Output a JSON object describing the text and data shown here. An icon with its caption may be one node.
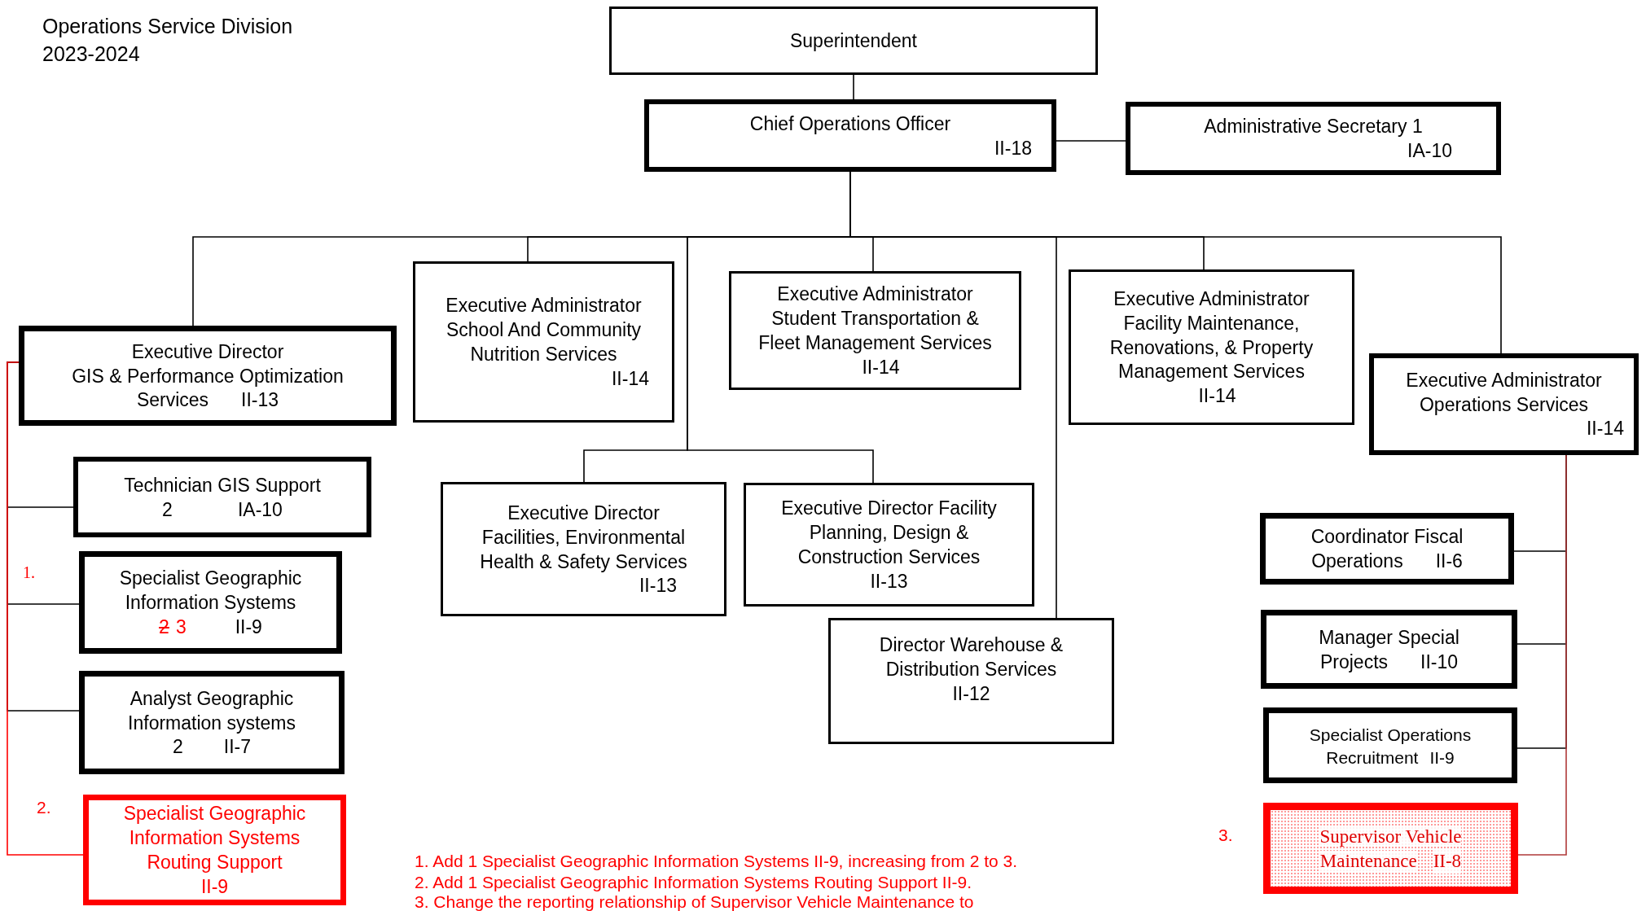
{
  "diagram": {
    "nodes": [
      {
        "text": [
          "Superintendent"
        ]
      },
      {
        "text": [
          "Chief Operations Officer",
          "II-18"
        ]
      },
      {
        "text": [
          "Administrative Secretary 1",
          "IA-10"
        ]
      },
      {
        "text": [
          "Executive Director",
          "GIS & Performance Optimization Services",
          "II-13"
        ]
      },
      {
        "text": [
          "Executive Administrator",
          "School And Community Nutrition Services",
          "II-14"
        ]
      },
      {
        "text": [
          "Executive Administrator",
          "Student Transportation & Fleet Management Services",
          "II-14"
        ]
      },
      {
        "text": [
          "Executive Administrator",
          "Facility Maintenance, Renovations, & Property Management Services",
          "II-14"
        ]
      },
      {
        "text": [
          "Executive Administrator",
          "Operations Services",
          "II-14"
        ]
      },
      {
        "text": [
          "Executive Director",
          "Facilities, Environmental Health & Safety Services",
          "II-13"
        ]
      },
      {
        "text": [
          "Executive Director Facility Planning, Design & Construction Services",
          "II-13"
        ]
      },
      {
        "text": [
          "Director Warehouse & Distribution Services",
          "II-12"
        ]
      },
      {
        "text": [
          "Technician GIS Support",
          "2",
          "IA-10"
        ]
      },
      {
        "text": [
          "Specialist Geographic Information Systems",
          "2",
          "3",
          "II-9"
        ]
      },
      {
        "text": [
          "Analyst Geographic Information systems",
          "2",
          "II-7"
        ]
      },
      {
        "text": [
          "Specialist Geographic Information Systems Routing Support",
          "II-9"
        ]
      },
      {
        "text": [
          "Coordinator Fiscal Operations",
          "II-6"
        ]
      },
      {
        "text": [
          "Manager Special Projects",
          "II-10"
        ]
      },
      {
        "text": [
          "Specialist Operations Recruitment",
          "II-9"
        ]
      },
      {
        "text": [
          "Supervisor Vehicle Maintenance",
          "II-8"
        ]
      }
    ],
    "edges": [
      {
        "from": 0,
        "to": 1,
        "arrow": "none"
      },
      {
        "from": 1,
        "to": 2,
        "arrow": "none"
      },
      {
        "from": 1,
        "to": 3,
        "arrow": "none"
      },
      {
        "from": 1,
        "to": 4,
        "arrow": "none"
      },
      {
        "from": 1,
        "to": 5,
        "arrow": "none"
      },
      {
        "from": 1,
        "to": 6,
        "arrow": "none"
      },
      {
        "from": 1,
        "to": 7,
        "arrow": "none"
      },
      {
        "from": 1,
        "to": 8,
        "arrow": "none"
      },
      {
        "from": 1,
        "to": 9,
        "arrow": "none"
      },
      {
        "from": 1,
        "to": 10,
        "arrow": "none"
      },
      {
        "from": 3,
        "to": 11,
        "arrow": "none"
      },
      {
        "from": 3,
        "to": 12,
        "arrow": "none"
      },
      {
        "from": 3,
        "to": 13,
        "arrow": "none"
      },
      {
        "from": 3,
        "to": 14,
        "arrow": "none",
        "color": "#ff0000"
      },
      {
        "from": 7,
        "to": 15,
        "arrow": "none"
      },
      {
        "from": 7,
        "to": 16,
        "arrow": "none"
      },
      {
        "from": 7,
        "to": 17,
        "arrow": "none"
      },
      {
        "from": 7,
        "to": 18,
        "arrow": "none",
        "color": "#b03a3a"
      }
    ],
    "labels": [
      "Operations Service Division",
      "2023-2024",
      "1.",
      "2.",
      "3.",
      "1. Add 1 Specialist Geographic Information Systems II-9, increasing from 2 to 3.",
      "2. Add 1 Specialist Geographic Information Systems Routing Support II-9.",
      "3. Change the reporting relationship of Supervisor Vehicle Maintenance to"
    ]
  }
}
